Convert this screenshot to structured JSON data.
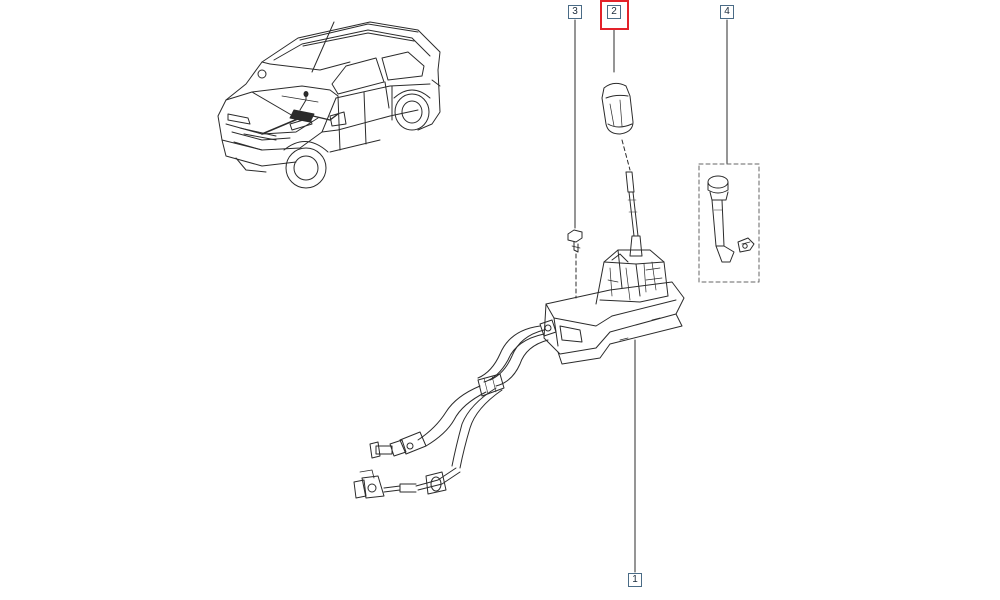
{
  "callouts": [
    {
      "label": "3"
    },
    {
      "label": "2"
    },
    {
      "label": "4"
    },
    {
      "label": "1"
    }
  ],
  "colors": {
    "line": "#2b2b2b",
    "callout_border": "#4a6b86",
    "selection": "#e3222a",
    "dash_box": "#666666"
  }
}
